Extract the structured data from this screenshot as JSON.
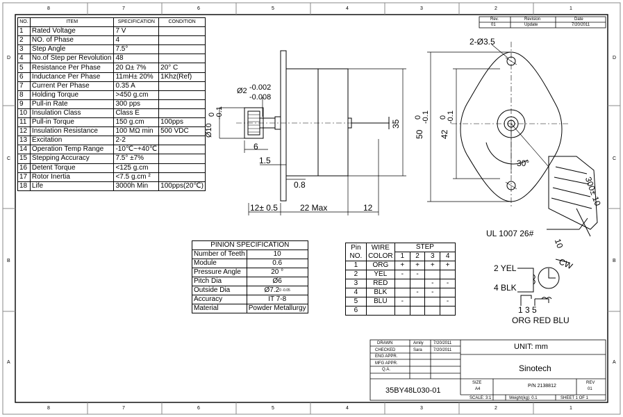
{
  "border": {
    "top_columns": [
      "8",
      "7",
      "6",
      "5",
      "4",
      "3",
      "2",
      "1"
    ],
    "bottom_columns": [
      "8",
      "7",
      "6",
      "5",
      "4",
      "3",
      "2",
      "1"
    ],
    "rows": [
      "D",
      "C",
      "B",
      "A"
    ]
  },
  "revision": {
    "headers": [
      "Rev.",
      "Revision",
      "Date"
    ],
    "row": [
      "01",
      "Update",
      "7/20/2011"
    ]
  },
  "spec_table": {
    "headers": [
      "NO.",
      "ITEM",
      "SPECIFICATION",
      "CONDITION"
    ],
    "rows": [
      [
        "1",
        "Rated Voltage",
        "7 V",
        ""
      ],
      [
        "2",
        "NO. of Phase",
        "4",
        ""
      ],
      [
        "3",
        "Step Angle",
        "7.5°",
        ""
      ],
      [
        "4",
        "No.of Step per Revolution",
        "48",
        ""
      ],
      [
        "5",
        "Resistance Per Phase",
        "20 Ω± 7%",
        "20° C"
      ],
      [
        "6",
        "Inductance Per Phase",
        "11mH± 20%",
        "1Khz(Ref)"
      ],
      [
        "7",
        "Current Per Phase",
        "0.35 A",
        ""
      ],
      [
        "8",
        "Holding Torque",
        ">450 g.cm",
        ""
      ],
      [
        "9",
        "Pull-in Rate",
        "300 pps",
        ""
      ],
      [
        "10",
        "Insulation Class",
        "Class E",
        ""
      ],
      [
        "11",
        "Pull-in Torque",
        "150 g.cm",
        "100pps"
      ],
      [
        "12",
        "Insulation Resistance",
        "100 MΩ min",
        "500 VDC"
      ],
      [
        "13",
        "Excitation",
        "2-2",
        ""
      ],
      [
        "14",
        "Operation Temp Range",
        "-10℃~+40℃",
        ""
      ],
      [
        "15",
        "Stepping Accuracy",
        "7.5° ±7%",
        ""
      ],
      [
        "16",
        "Detent Torque",
        "<125 g.cm",
        ""
      ],
      [
        "17",
        "Rotor Inertia",
        "<7.5 g.cm ²",
        ""
      ],
      [
        "18",
        "Life",
        "3000h Min",
        "100pps(20℃)"
      ]
    ]
  },
  "pinion_table": {
    "title": "PINION SPECIFICATION",
    "rows": [
      [
        "Number of Teeth",
        "10"
      ],
      [
        "Module",
        "0.6"
      ],
      [
        "Pressure Angle",
        "20 °"
      ],
      [
        "Pitch Dia",
        "Ø6"
      ],
      [
        "Outside Dia",
        "Ø7.2"
      ],
      [
        "Accuracy",
        "IT 7-8"
      ],
      [
        "Material",
        "Powder Metallurgy"
      ]
    ],
    "outside_dia_tol": "0 -0.05"
  },
  "wire_table": {
    "headers": [
      "Pin NO.",
      "WIRE COLOR",
      "STEP"
    ],
    "pin_header": [
      "Pin",
      "NO."
    ],
    "color_header": [
      "WIRE",
      "COLOR"
    ],
    "steps": [
      "1",
      "2",
      "3",
      "4"
    ],
    "rows": [
      [
        "1",
        "ORG",
        "+",
        "+",
        "+",
        "+"
      ],
      [
        "2",
        "YEL",
        "-",
        "-",
        "",
        ""
      ],
      [
        "3",
        "RED",
        "",
        "",
        "-",
        "-"
      ],
      [
        "4",
        "BLK",
        "",
        "-",
        "-",
        ""
      ],
      [
        "5",
        "BLU",
        "-",
        "",
        "",
        "-"
      ],
      [
        "6",
        "",
        "",
        "",
        "",
        ""
      ]
    ]
  },
  "side_view": {
    "shaft_dia": "Ø2",
    "shaft_tol_upper": "-0.002",
    "shaft_tol_lower": "-0.008",
    "pinion_dia": "Ø10",
    "pinion_tol_upper": "0",
    "pinion_tol_lower": "-0.1",
    "height": "35",
    "dim_6": "6",
    "dim_15": "1.5",
    "dim_08": "0.8",
    "dim_12a": "12± 0.5",
    "dim_22": "22 Max",
    "dim_12b": "12"
  },
  "front_view": {
    "holes": "2-Ø3.5",
    "outer_dia": "50",
    "outer_tol_upper": "0",
    "outer_tol_lower": "-0.1",
    "body_dia": "42",
    "body_tol_upper": "0",
    "body_tol_lower": "-0.1",
    "angle": "30°",
    "lead_length": "300± 10",
    "cable": "UL 1007 26#",
    "strip": "10"
  },
  "schematic": {
    "yel": "2 YEL",
    "blk": "4 BLK",
    "direction": "CW",
    "pins": "1      3      5",
    "colors": "ORG  RED  BLU"
  },
  "title_block": {
    "drawn_label": "DRAWN",
    "drawn_name": "Amily",
    "drawn_date": "7/20/2011",
    "checked_label": "CHECKED",
    "checked_name": "Sara",
    "checked_date": "7/20/2011",
    "eng_label": "ENG APPR.",
    "mfg_label": "MFG APPR.",
    "qa_label": "Q.A.",
    "unit": "UNIT: mm",
    "company": "Sinotech",
    "part_name": "35BY48L030-01",
    "size_label": "SIZE",
    "size_value": "A4",
    "pn": "P/N 2138812",
    "rev_label": "REV",
    "rev_value": "01",
    "scale": "SCALE: 3:1",
    "weight": "Weight(kg): 0.1",
    "sheet": "SHEET 1 OF 1"
  }
}
